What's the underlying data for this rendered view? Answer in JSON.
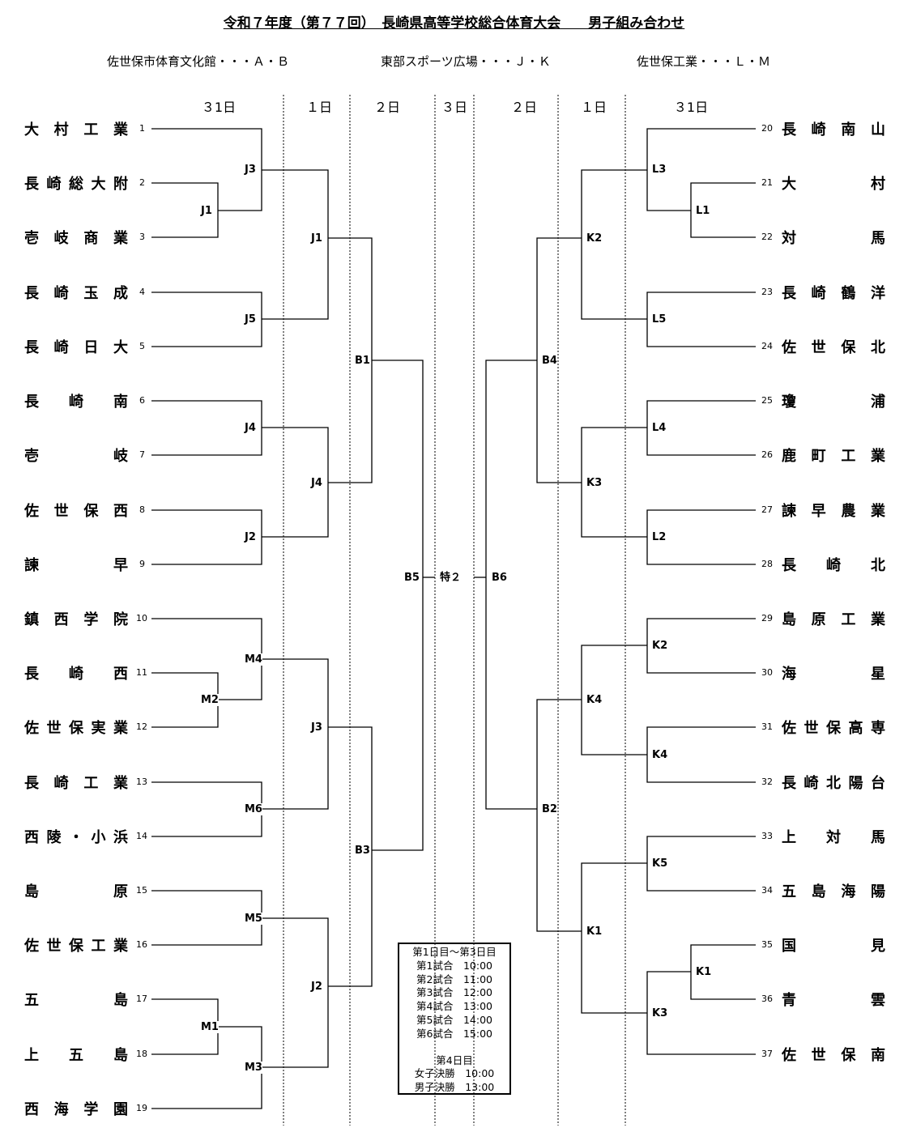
{
  "title": "令和７年度（第７７回）　長崎県高等学校総合体育大会　　男子組み合わせ",
  "venues": [
    "佐世保市体育文化館・・・Ａ・Ｂ",
    "東部スポーツ広場・・・Ｊ・Ｋ",
    "佐世保工業・・・Ｌ・Ｍ"
  ],
  "days": [
    "３1日",
    "１日",
    "２日",
    "３日",
    "２日",
    "１日",
    "３1日"
  ],
  "left_teams": [
    {
      "num": "1",
      "name": "大村工業"
    },
    {
      "num": "2",
      "name": "長崎総大附"
    },
    {
      "num": "3",
      "name": "壱岐商業"
    },
    {
      "num": "4",
      "name": "長崎玉成"
    },
    {
      "num": "5",
      "name": "長崎日大"
    },
    {
      "num": "6",
      "name": "長崎南"
    },
    {
      "num": "7",
      "name": "壱岐"
    },
    {
      "num": "8",
      "name": "佐世保西"
    },
    {
      "num": "9",
      "name": "諫早"
    },
    {
      "num": "10",
      "name": "鎮西学院"
    },
    {
      "num": "11",
      "name": "長崎西"
    },
    {
      "num": "12",
      "name": "佐世保実業"
    },
    {
      "num": "13",
      "name": "長崎工業"
    },
    {
      "num": "14",
      "name": "西陵・小浜"
    },
    {
      "num": "15",
      "name": "島原"
    },
    {
      "num": "16",
      "name": "佐世保工業"
    },
    {
      "num": "17",
      "name": "五島"
    },
    {
      "num": "18",
      "name": "上五島"
    },
    {
      "num": "19",
      "name": "西海学園"
    }
  ],
  "right_teams": [
    {
      "num": "20",
      "name": "長崎南山"
    },
    {
      "num": "21",
      "name": "大村"
    },
    {
      "num": "22",
      "name": "対馬"
    },
    {
      "num": "23",
      "name": "長崎鶴洋"
    },
    {
      "num": "24",
      "name": "佐世保北"
    },
    {
      "num": "25",
      "name": "瓊浦"
    },
    {
      "num": "26",
      "name": "鹿町工業"
    },
    {
      "num": "27",
      "name": "諫早農業"
    },
    {
      "num": "28",
      "name": "長崎北"
    },
    {
      "num": "29",
      "name": "島原工業"
    },
    {
      "num": "30",
      "name": "海星"
    },
    {
      "num": "31",
      "name": "佐世保高専"
    },
    {
      "num": "32",
      "name": "長崎北陽台"
    },
    {
      "num": "33",
      "name": "上対馬"
    },
    {
      "num": "34",
      "name": "五島海陽"
    },
    {
      "num": "35",
      "name": "国見"
    },
    {
      "num": "36",
      "name": "青雲"
    },
    {
      "num": "37",
      "name": "佐世保南"
    }
  ],
  "match_labels": {
    "J1a": "J1",
    "J3a": "J3",
    "J5": "J5",
    "J1b": "J1",
    "J4a": "J4",
    "J2a": "J2",
    "J4b": "J4",
    "M2": "M2",
    "M4": "M4",
    "M6": "M6",
    "J3b": "J3",
    "M5": "M5",
    "M1": "M1",
    "M3": "M3",
    "J2b": "J2",
    "B1": "B1",
    "B3": "B3",
    "B5": "B5",
    "final": "特２",
    "L1": "L1",
    "L3": "L3",
    "L5": "L5",
    "K2a": "K2",
    "L4": "L4",
    "L2": "L2",
    "K3a": "K3",
    "B4": "B4",
    "K2b": "K2",
    "K4a": "K4",
    "K4b": "K4",
    "K5": "K5",
    "K1a": "K1",
    "K3b": "K3",
    "K1b": "K1",
    "B2": "B2",
    "B6": "B6"
  },
  "schedule": {
    "header": "第1日目～第3日目",
    "rows": [
      "第1試合　10:00",
      "第2試合　11:00",
      "第3試合　12:00",
      "第4試合　13:00",
      "第5試合　14:00",
      "第6試合　15:00"
    ],
    "day4_header": "第4日目",
    "day4_rows": [
      "女子決勝　10:00",
      "男子決勝　13:00"
    ]
  }
}
